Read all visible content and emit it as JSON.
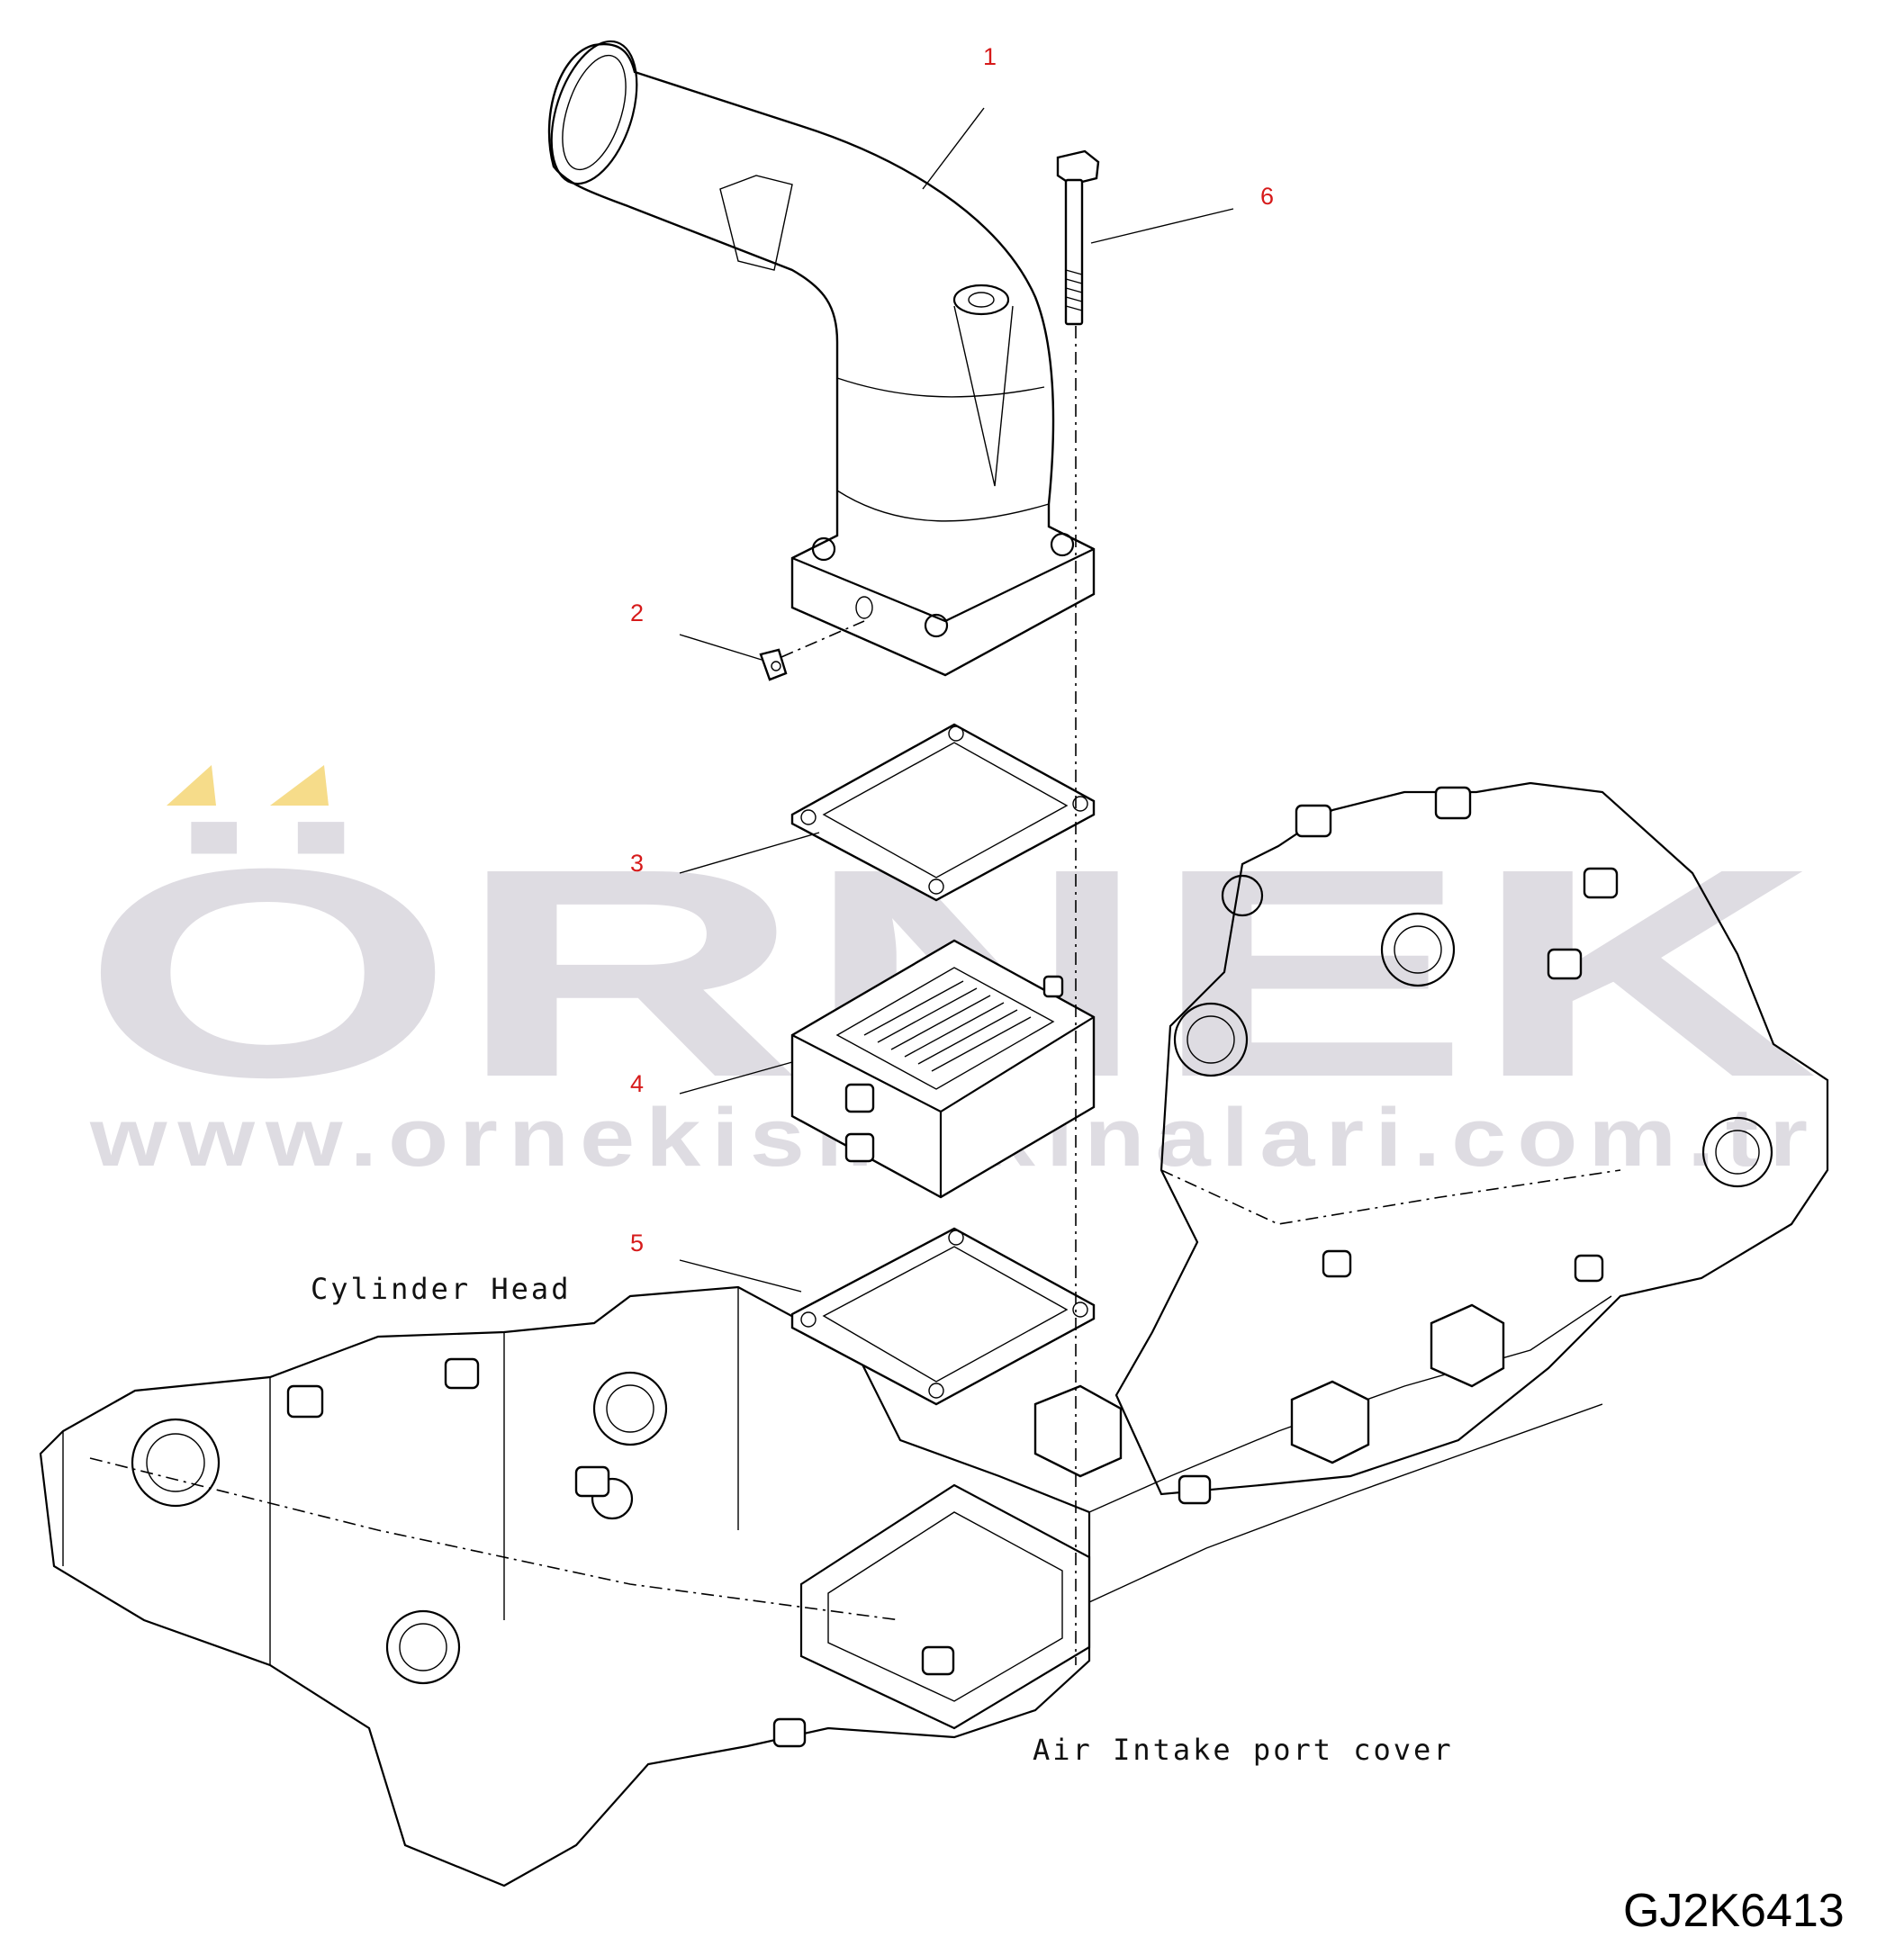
{
  "callouts": [
    {
      "id": "1",
      "label": "1"
    },
    {
      "id": "2",
      "label": "2"
    },
    {
      "id": "3",
      "label": "3"
    },
    {
      "id": "4",
      "label": "4"
    },
    {
      "id": "5",
      "label": "5"
    },
    {
      "id": "6",
      "label": "6"
    }
  ],
  "captions": {
    "cylinder_head": "Cylinder Head",
    "air_intake_cover": "Air Intake port cover"
  },
  "drawing_code": "GJ2K6413",
  "watermark": {
    "brand": "ÖRNEK",
    "url": "www.ornekismakinalari.com.tr",
    "accent_color": "#f6dc8a",
    "text_color": "#d9d6dd"
  },
  "colors": {
    "callout": "#d61a1a",
    "line": "#000000"
  }
}
